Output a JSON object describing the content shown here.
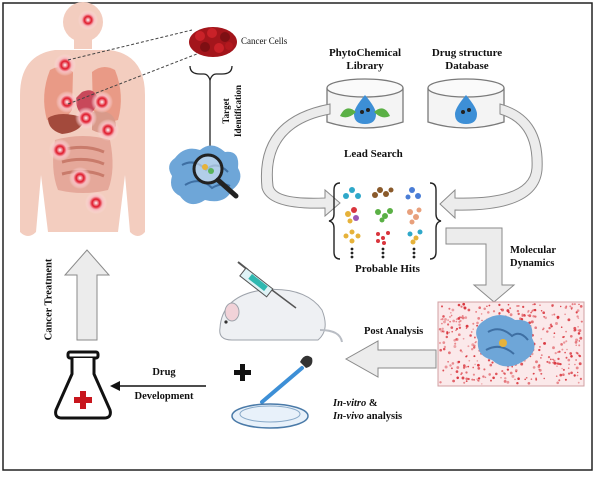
{
  "labels": {
    "cancer_cells": "Cancer Cells",
    "target_identification": [
      "Target",
      "Identification"
    ],
    "phytochemical_library": [
      "PhytoChemical",
      "Library"
    ],
    "drug_structure_database": [
      "Drug structure",
      "Database"
    ],
    "lead_search": "Lead Search",
    "probable_hits": "Probable Hits",
    "molecular_dynamics": [
      "Molecular",
      "Dynamics"
    ],
    "post_analysis": "Post Analysis",
    "invitro_invivo": {
      "line1_italic": "In-vitro",
      "line1_rest": " & ",
      "line2_italic": "In-vivo",
      "line2_rest": " analysis"
    },
    "drug_development": [
      "Drug",
      "Development"
    ],
    "cancer_treatment": "Cancer Treatment"
  },
  "colors": {
    "border": "#222222",
    "arrow_fill": "#ececec",
    "arrow_stroke": "#8a8a8a",
    "body_skin": "#f3cdbf",
    "tumor_red": "#e0182a",
    "cancer_cluster": "#a3151b",
    "drop_blue": "#3d8fd6",
    "leaf_green": "#5ab045",
    "protein_blue": "#6ea6d8",
    "md_box_red": "#d9353d",
    "flask_red": "#c8161d"
  },
  "icons": [
    "human-body-icon",
    "cancer-cells-icon",
    "phytochemical-library-icon",
    "drug-database-icon",
    "protein-magnifier-icon",
    "molecule-grid-icon",
    "md-simulation-box-icon",
    "lab-mouse-icon",
    "syringe-icon",
    "plus-icon",
    "dropper-icon",
    "petri-dish-icon",
    "flask-icon"
  ]
}
